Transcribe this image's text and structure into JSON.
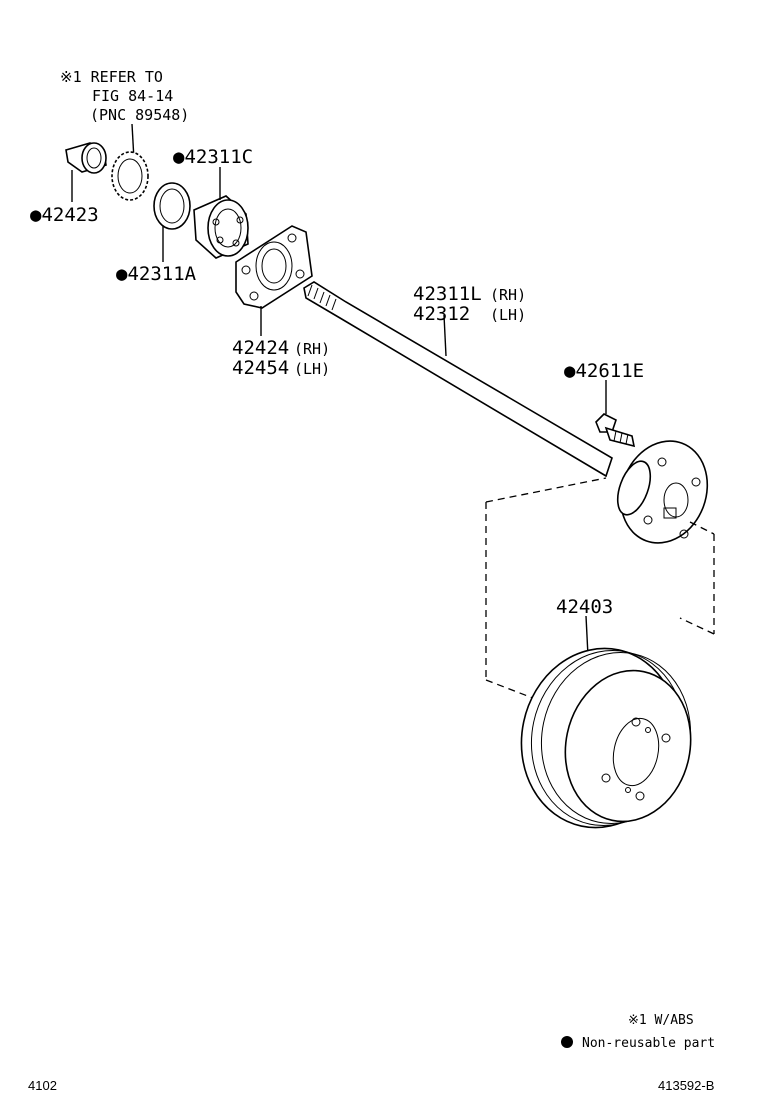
{
  "refer_note": {
    "line1": "※1 REFER TO",
    "line2": "FIG 84-14",
    "line3": "(PNC 89548)"
  },
  "parts": {
    "p42423": "●42423",
    "p42311C": "●42311C",
    "p42311A": "●42311A",
    "p42424": "42424",
    "p42424_side": "(RH)",
    "p42454": "42454",
    "p42454_side": "(LH)",
    "p42311L": "42311L",
    "p42311L_side": "(RH)",
    "p42312": "42312",
    "p42312_side": "(LH)",
    "p42611E": "●42611E",
    "p42403": "42403"
  },
  "legend": {
    "abs_note": "※1  W/ABS",
    "nonreusable_label": "Non-reusable part",
    "bullet_icon": "filled-circle"
  },
  "footer": {
    "page_code": "4102",
    "drawing_id": "413592-B"
  }
}
